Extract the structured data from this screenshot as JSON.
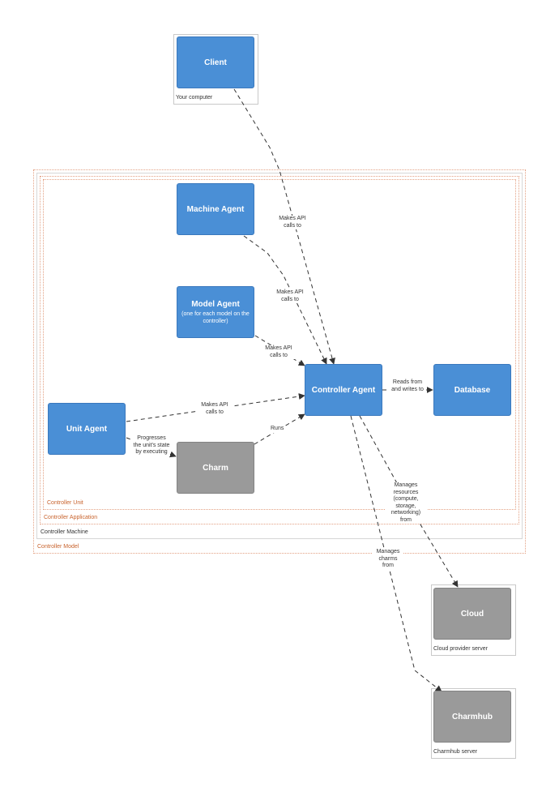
{
  "nodes": {
    "client": {
      "title": "Client",
      "caption": "Your computer"
    },
    "machine_agent": {
      "title": "Machine Agent"
    },
    "model_agent": {
      "title": "Model Agent",
      "subtitle": "(one for each model on the controller)"
    },
    "controller_agent": {
      "title": "Controller Agent"
    },
    "database": {
      "title": "Database"
    },
    "unit_agent": {
      "title": "Unit Agent"
    },
    "charm": {
      "title": "Charm"
    },
    "cloud": {
      "title": "Cloud",
      "caption": "Cloud provider server"
    },
    "charmhub": {
      "title": "Charmhub",
      "caption": "Charmhub server"
    }
  },
  "zones": {
    "controller_unit": "Controller Unit",
    "controller_application": "Controller Application",
    "controller_machine": "Controller Machine",
    "controller_model": "Controller Model"
  },
  "edges": {
    "client_to_controller": "Makes API calls to",
    "machine_to_controller": "Makes API calls to",
    "model_to_controller": "Makes API calls to",
    "unit_to_controller": "Makes API calls to",
    "controller_to_database": "Reads from and writes to",
    "unit_to_charm": "Progresses the unit's state by executing",
    "charm_to_controller": "Runs",
    "controller_to_cloud": "Manages resources (compute, storage, networking) from",
    "controller_to_charmhub": "Manages charms from"
  },
  "colors": {
    "agent_box": "#4a8fd6",
    "external_box": "#9a9a9a",
    "zone_label": "#c8632d",
    "arrow": "#333333"
  }
}
